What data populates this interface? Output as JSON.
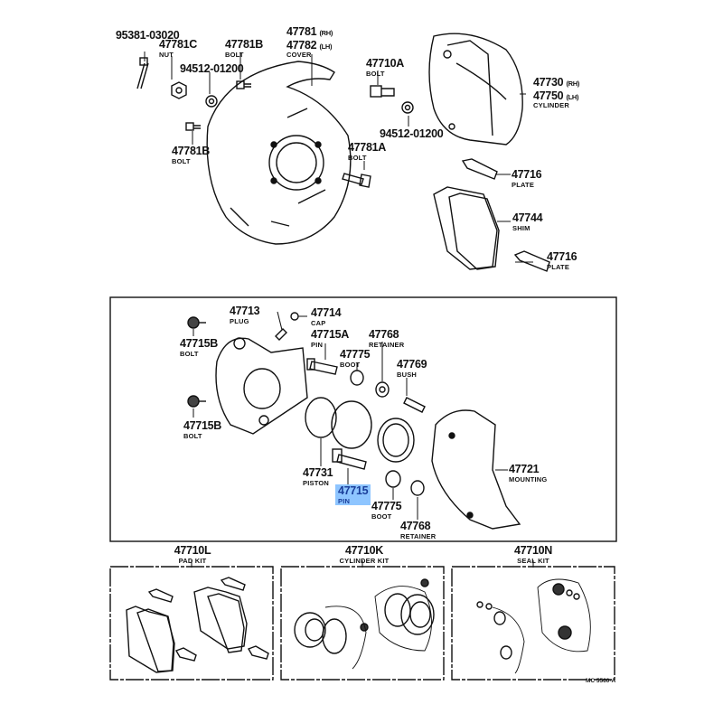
{
  "diagram": {
    "document_code": "MC 5560-A",
    "highlight_color": "#8ec5ff",
    "top_parts": [
      {
        "part_no": "95381-03020",
        "name": ""
      },
      {
        "part_no": "47781C",
        "name": "NUT"
      },
      {
        "part_no": "47781B",
        "name": "BOLT",
        "id": "bolt-top"
      },
      {
        "part_no": "94512-01200",
        "name": "",
        "id": "washer-left"
      },
      {
        "part_no": "47781B",
        "name": "BOLT",
        "id": "bolt-lower"
      },
      {
        "part_no": "47781A",
        "name": "BOLT"
      },
      {
        "part_no": "47710A",
        "name": "BOLT"
      },
      {
        "part_no": "94512-01200",
        "name": "",
        "id": "washer-right"
      },
      {
        "part_no": "47716",
        "name": "PLATE",
        "id": "plate-upper"
      },
      {
        "part_no": "47744",
        "name": "SHIM"
      },
      {
        "part_no": "47716",
        "name": "PLATE",
        "id": "plate-lower"
      }
    ],
    "cover": {
      "part_no_rh": "47781",
      "suffix_rh": "(RH)",
      "part_no_lh": "47782",
      "suffix_lh": "(LH)",
      "name": "COVER"
    },
    "cylinder": {
      "part_no_rh": "47730",
      "suffix_rh": "(RH)",
      "part_no_lh": "47750",
      "suffix_lh": "(LH)",
      "name": "CYLINDER"
    },
    "detail_parts": [
      {
        "part_no": "47713",
        "name": "PLUG"
      },
      {
        "part_no": "47714",
        "name": "CAP"
      },
      {
        "part_no": "47715B",
        "name": "BOLT",
        "id": "bolt-upper"
      },
      {
        "part_no": "47715A",
        "name": "PIN"
      },
      {
        "part_no": "47775",
        "name": "BOOT",
        "id": "boot-upper"
      },
      {
        "part_no": "47768",
        "name": "RETAINER",
        "id": "retainer-upper"
      },
      {
        "part_no": "47769",
        "name": "BUSH"
      },
      {
        "part_no": "47715B",
        "name": "BOLT",
        "id": "bolt-lower"
      },
      {
        "part_no": "47731",
        "name": "PISTON"
      },
      {
        "part_no": "47715",
        "name": "PIN",
        "highlighted": true
      },
      {
        "part_no": "47775",
        "name": "BOOT",
        "id": "boot-lower"
      },
      {
        "part_no": "47768",
        "name": "RETAINER",
        "id": "retainer-lower"
      },
      {
        "part_no": "47721",
        "name": "MOUNTING"
      }
    ],
    "kits": [
      {
        "part_no": "47710L",
        "name": "PAD KIT"
      },
      {
        "part_no": "47710K",
        "name": "CYLINDER KIT"
      },
      {
        "part_no": "47710N",
        "name": "SEAL KIT"
      }
    ]
  }
}
